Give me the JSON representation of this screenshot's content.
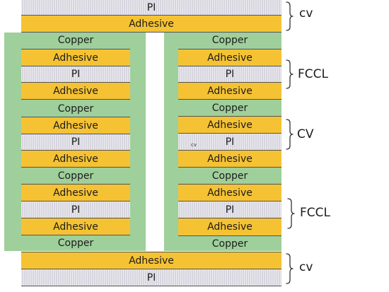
{
  "layers": {
    "pi": "PI",
    "adhesive": "Adhesive",
    "copper": "Copper"
  },
  "groups": {
    "cv": "cv",
    "fccl": "FCCL",
    "cv_caps": "CV"
  },
  "annotation": {
    "small_cv": "cv"
  },
  "colors": {
    "copper": "#9fcf9b",
    "adhesive": "#f5c233",
    "pi": "#d7d6df"
  }
}
